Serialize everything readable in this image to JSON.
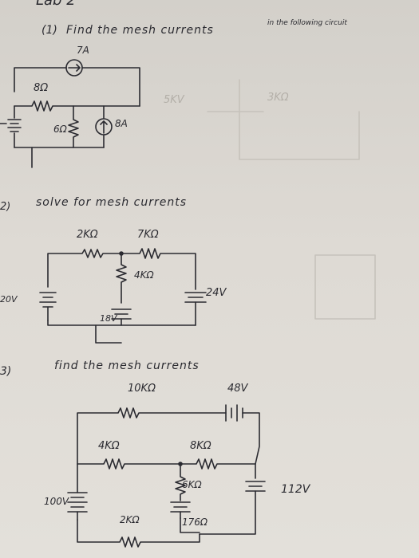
{
  "header": {
    "partial_title": "Lab 2"
  },
  "problems": [
    {
      "number": "(1)",
      "instruction": "Find the mesh currents",
      "instruction_tail": "in the following circuit",
      "labels": {
        "current_source_top": "7A",
        "resistor_top": "8Ω",
        "resistor_mid": "6Ω",
        "current_source_right": "8A"
      }
    },
    {
      "number": "2)",
      "instruction": "solve for mesh currents",
      "labels": {
        "r1": "2KΩ",
        "r2": "7KΩ",
        "r3": "4KΩ",
        "v_left": "20V",
        "v_mid": "18V",
        "v_right": "24V"
      }
    },
    {
      "number": "3)",
      "instruction": "find the mesh currents",
      "labels": {
        "r_top": "10KΩ",
        "v_top": "48V",
        "r_left": "4KΩ",
        "r_right": "8KΩ",
        "r_mid": "6KΩ",
        "r_bottom": "2KΩ",
        "v_left": "100V",
        "v_mid": "176Ω",
        "v_right": "112V"
      }
    }
  ]
}
